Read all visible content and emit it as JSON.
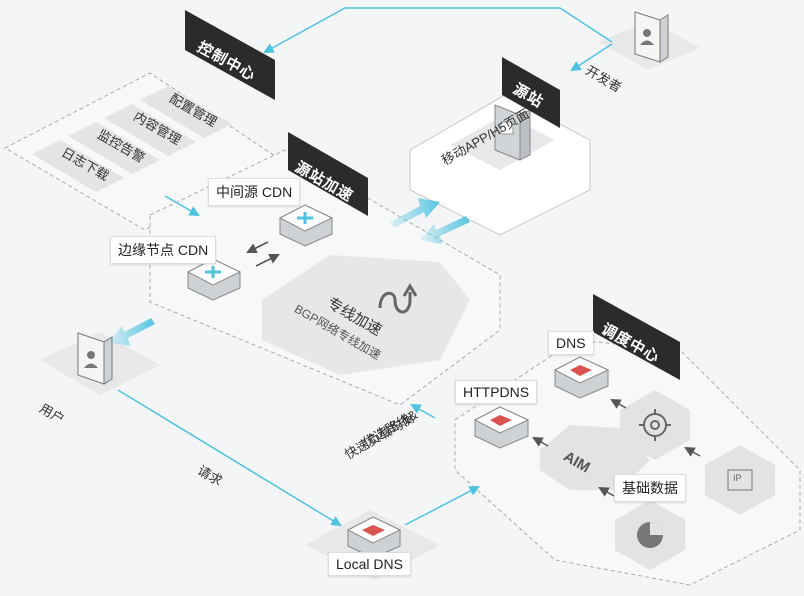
{
  "control_center": {
    "title": "控制中心",
    "items": [
      "配置管理",
      "内容管理",
      "监控告警",
      "日志下载"
    ]
  },
  "developer": {
    "label": "开发者"
  },
  "origin": {
    "title": "源站",
    "label": "移动APP/H5页面"
  },
  "origin_accel": {
    "title": "源站加速",
    "mid_cdn": "中间源 CDN",
    "edge_cdn": "边缘节点 CDN",
    "dedicated_line": "专线加速",
    "bgp": "BGP网络专线加速"
  },
  "user": {
    "label": "用户"
  },
  "request": {
    "label": "请求"
  },
  "local_dns": {
    "label": "Local DNS"
  },
  "route_note": {
    "line1": "优选路线&",
    "line2": "快速负载均衡"
  },
  "dispatch": {
    "title": "调度中心",
    "dns": "DNS",
    "httpdns": "HTTPDNS",
    "aim": "AIM",
    "basic_data": "基础数据",
    "ip": "IP"
  },
  "colors": {
    "accent": "#4ec3e0",
    "dark_tag": "#2b2b2b",
    "panel": "#e6e8ea",
    "chip": "#d9534f"
  }
}
